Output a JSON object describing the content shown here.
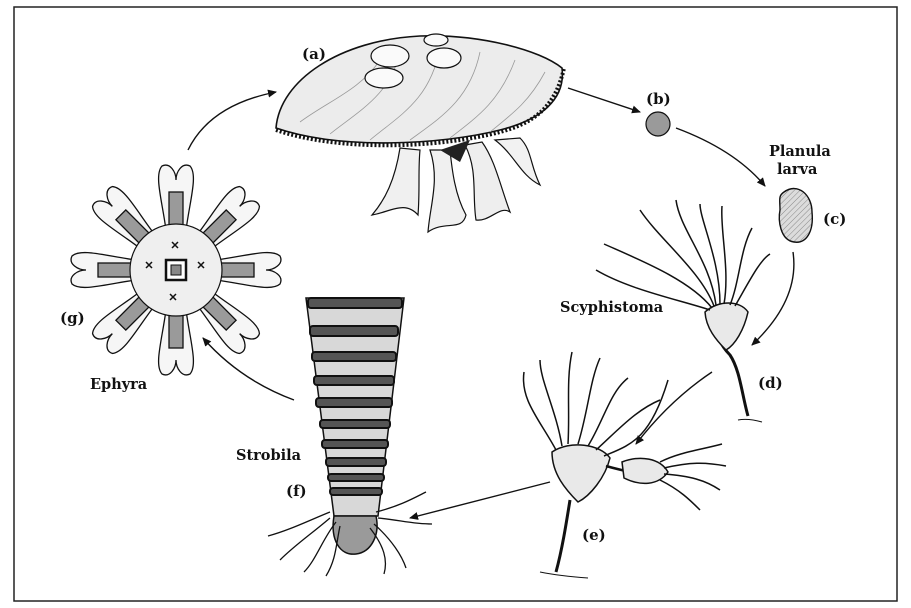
{
  "stages": {
    "a": {
      "letter": "(a)"
    },
    "b": {
      "letter": "(b)"
    },
    "c": {
      "letter": "(c)",
      "name_line1": "Planula",
      "name_line2": "larva"
    },
    "d": {
      "letter": "(d)",
      "name": "Scyphistoma"
    },
    "e": {
      "letter": "(e)"
    },
    "f": {
      "letter": "(f)",
      "name": "Strobila"
    },
    "g": {
      "letter": "(g)",
      "name": "Ephyra"
    }
  },
  "colors": {
    "ink": "#111111",
    "fill_light": "#e6e6e6",
    "fill_mid": "#9a9a9a",
    "fill_dark": "#555555"
  }
}
